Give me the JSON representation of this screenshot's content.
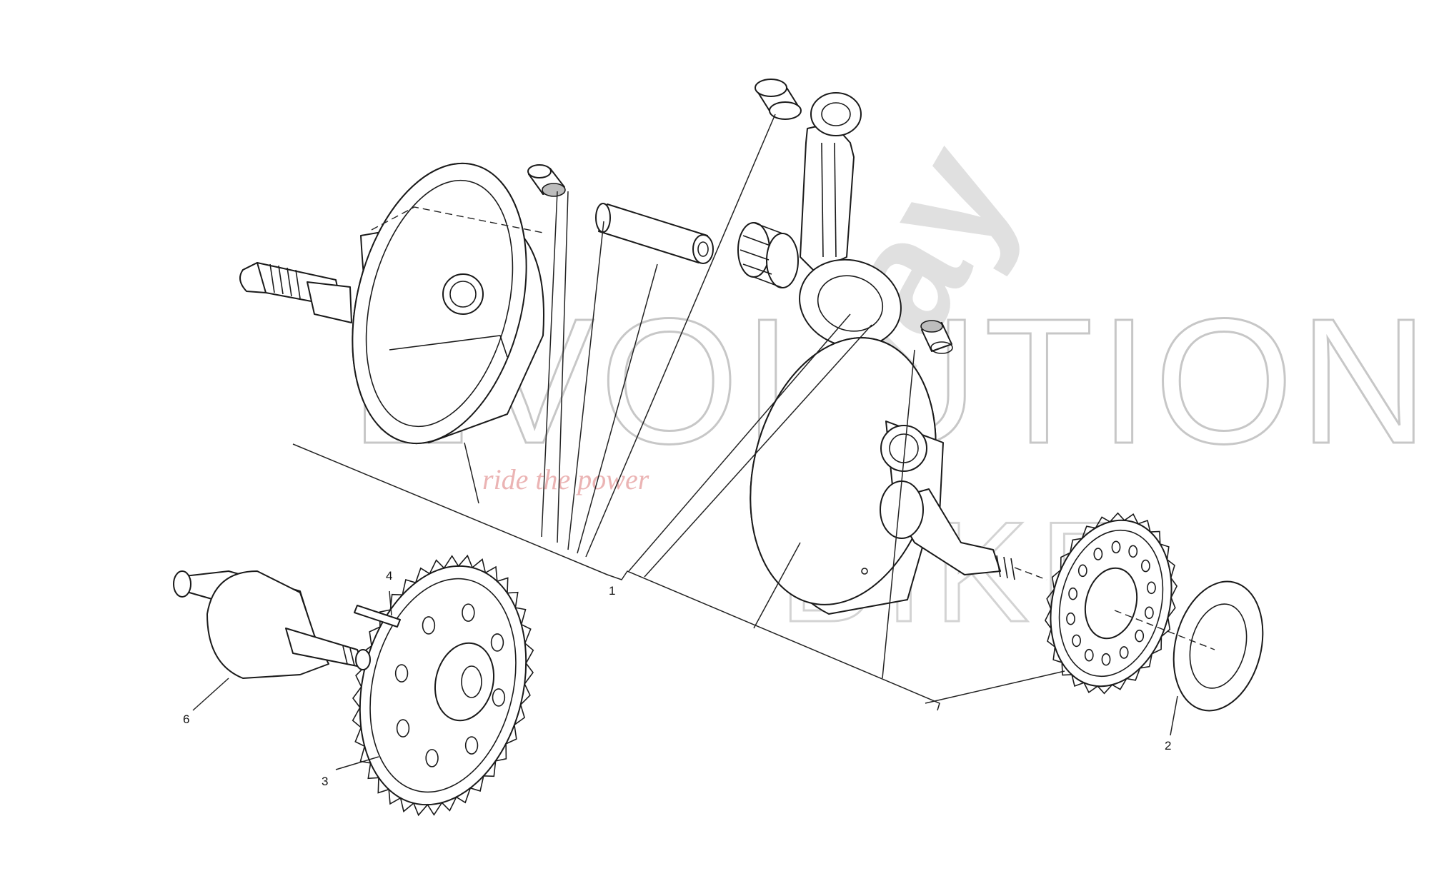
{
  "callouts": {
    "c1": "1",
    "c2": "2",
    "c3": "3",
    "c4": "4",
    "c6": "6"
  },
  "watermark": {
    "brand": "EVOLUTION",
    "brand_suffix": "BIKE",
    "tagline": "ride the power",
    "diagonal": "way"
  },
  "colors": {
    "line": "#1a1a1a",
    "watermark_gray": "#9a9a9a",
    "tagline": "#e8a8a8"
  }
}
